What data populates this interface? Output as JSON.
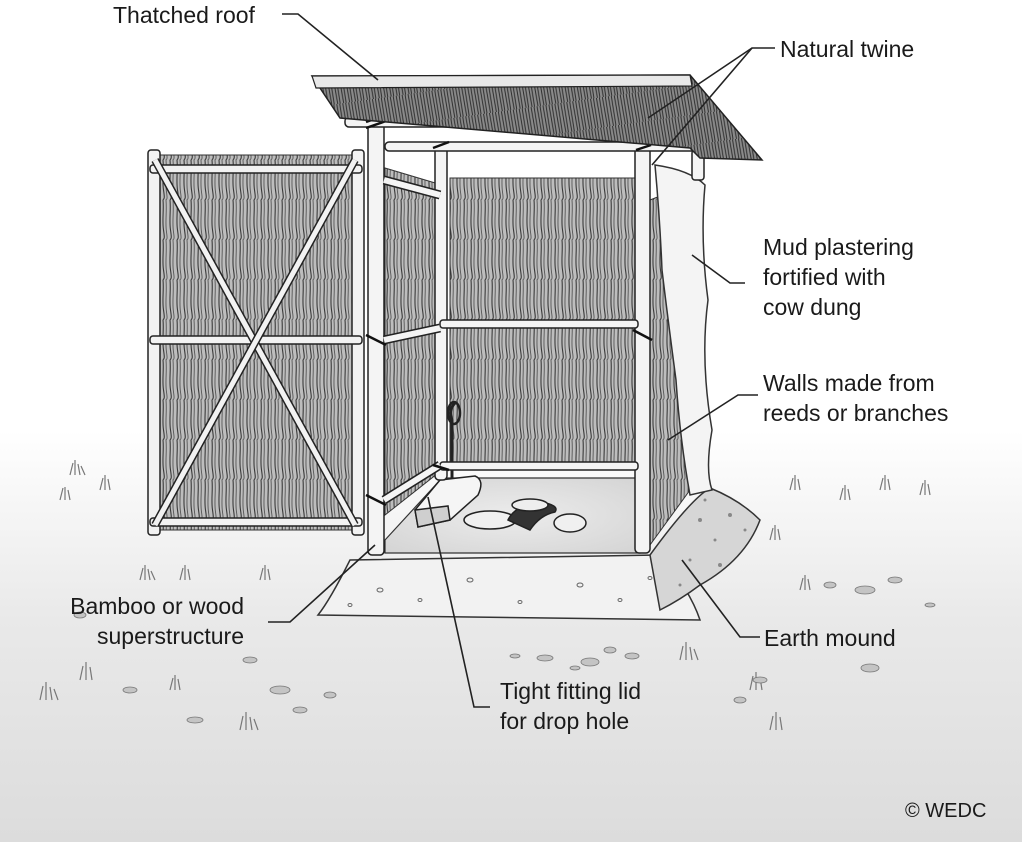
{
  "labels": {
    "thatched_roof": "Thatched roof",
    "natural_twine": "Natural twine",
    "mud_plastering": [
      "Mud plastering",
      "fortified with",
      "cow dung"
    ],
    "walls": [
      "Walls made from",
      "reeds or branches"
    ],
    "bamboo": [
      "Bamboo or wood",
      "superstructure"
    ],
    "earth_mound": "Earth mound",
    "lid": [
      "Tight fitting lid",
      "for drop hole"
    ],
    "copyright": "©  WEDC"
  }
}
